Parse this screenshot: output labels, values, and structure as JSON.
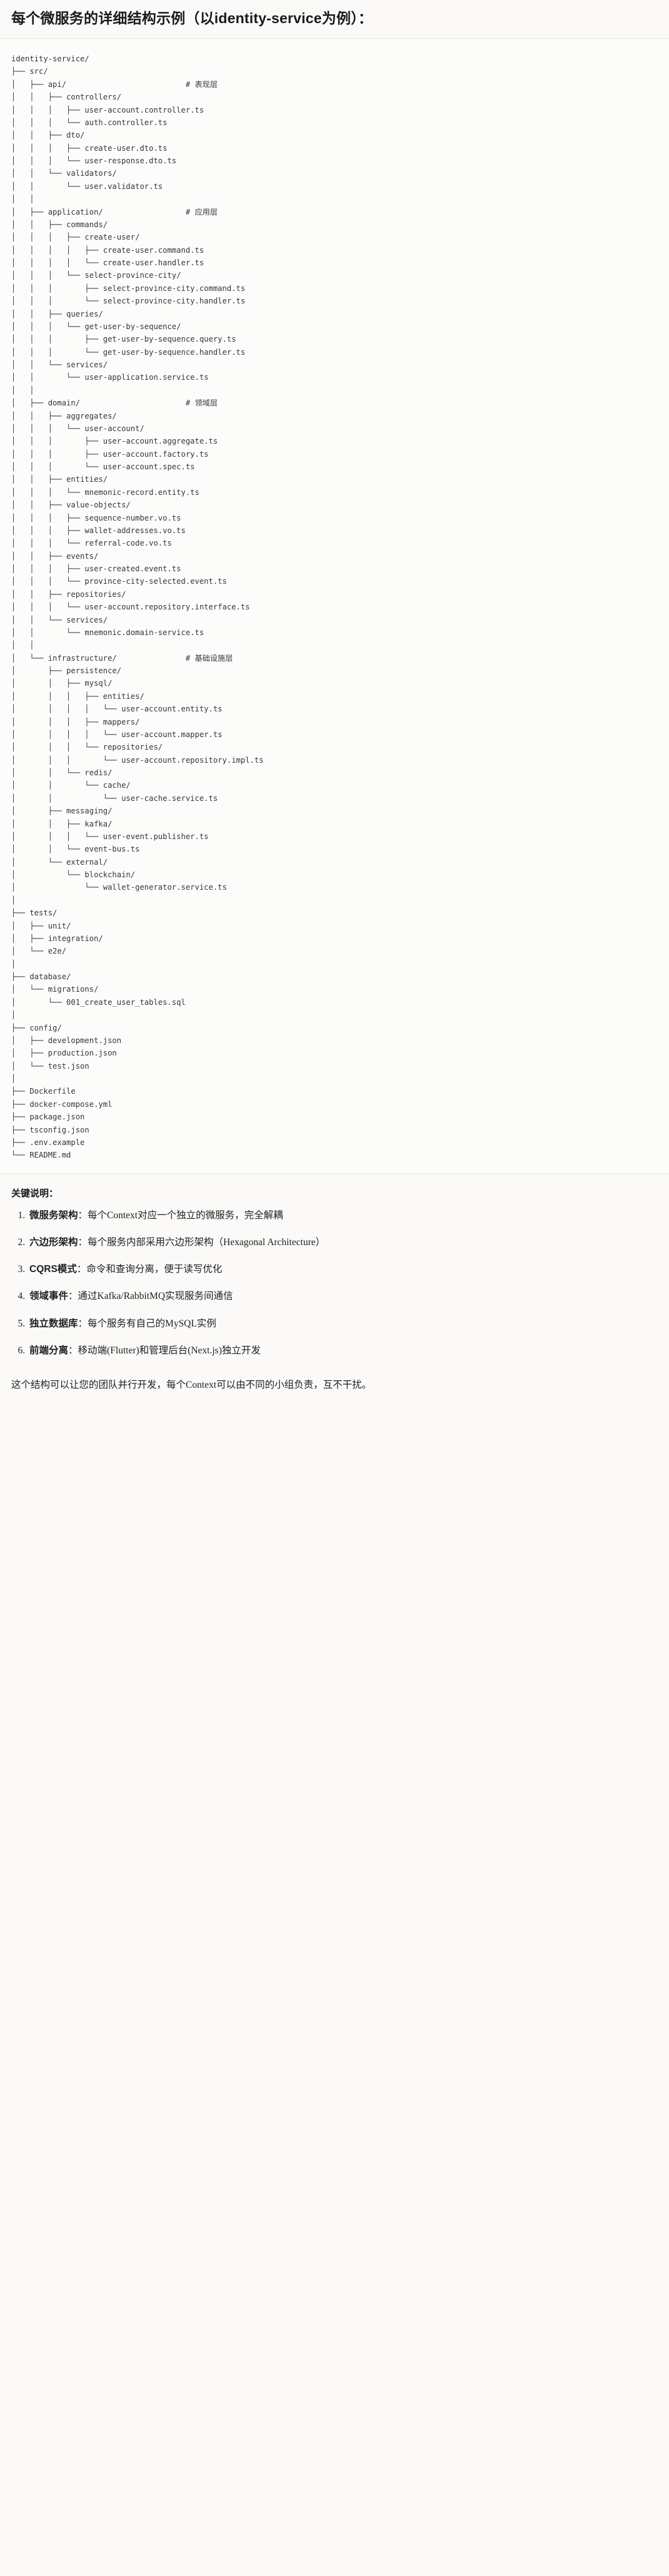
{
  "heading": {
    "text": "每个微服务的详细结构示例（以identity-service为例）："
  },
  "code_block": {
    "language": "text",
    "tree_text": "identity-service/\n├── src/\n│   ├── api/                          # 表现层\n│   │   ├── controllers/\n│   │   │   ├── user-account.controller.ts\n│   │   │   └── auth.controller.ts\n│   │   ├── dto/\n│   │   │   ├── create-user.dto.ts\n│   │   │   └── user-response.dto.ts\n│   │   └── validators/\n│   │       └── user.validator.ts\n│   │\n│   ├── application/                  # 应用层\n│   │   ├── commands/\n│   │   │   ├── create-user/\n│   │   │   │   ├── create-user.command.ts\n│   │   │   │   └── create-user.handler.ts\n│   │   │   └── select-province-city/\n│   │   │       ├── select-province-city.command.ts\n│   │   │       └── select-province-city.handler.ts\n│   │   ├── queries/\n│   │   │   └── get-user-by-sequence/\n│   │   │       ├── get-user-by-sequence.query.ts\n│   │   │       └── get-user-by-sequence.handler.ts\n│   │   └── services/\n│   │       └── user-application.service.ts\n│   │\n│   ├── domain/                       # 领域层\n│   │   ├── aggregates/\n│   │   │   └── user-account/\n│   │   │       ├── user-account.aggregate.ts\n│   │   │       ├── user-account.factory.ts\n│   │   │       └── user-account.spec.ts\n│   │   ├── entities/\n│   │   │   └── mnemonic-record.entity.ts\n│   │   ├── value-objects/\n│   │   │   ├── sequence-number.vo.ts\n│   │   │   ├── wallet-addresses.vo.ts\n│   │   │   └── referral-code.vo.ts\n│   │   ├── events/\n│   │   │   ├── user-created.event.ts\n│   │   │   └── province-city-selected.event.ts\n│   │   ├── repositories/\n│   │   │   └── user-account.repository.interface.ts\n│   │   └── services/\n│   │       └── mnemonic.domain-service.ts\n│   │\n│   └── infrastructure/               # 基础设施层\n│       ├── persistence/\n│       │   ├── mysql/\n│       │   │   ├── entities/\n│       │   │   │   └── user-account.entity.ts\n│       │   │   ├── mappers/\n│       │   │   │   └── user-account.mapper.ts\n│       │   │   └── repositories/\n│       │   │       └── user-account.repository.impl.ts\n│       │   └── redis/\n│       │       └── cache/\n│       │           └── user-cache.service.ts\n│       ├── messaging/\n│       │   ├── kafka/\n│       │   │   └── user-event.publisher.ts\n│       │   └── event-bus.ts\n│       └── external/\n│           └── blockchain/\n│               └── wallet-generator.service.ts\n│\n├── tests/\n│   ├── unit/\n│   ├── integration/\n│   └── e2e/\n│\n├── database/\n│   └── migrations/\n│       └── 001_create_user_tables.sql\n│\n├── config/\n│   ├── development.json\n│   ├── production.json\n│   └── test.json\n│\n├── Dockerfile\n├── docker-compose.yml\n├── package.json\n├── tsconfig.json\n├── .env.example\n└── README.md"
  },
  "notes": {
    "title": "关键说明：",
    "items": [
      {
        "key": "微服务架构",
        "sep": "：",
        "value": "每个Context对应一个独立的微服务，完全解耦"
      },
      {
        "key": "六边形架构",
        "sep": "：",
        "value": "每个服务内部采用六边形架构（Hexagonal Architecture）"
      },
      {
        "key": "CQRS模式",
        "sep": "：",
        "value": "命令和查询分离，便于读写优化"
      },
      {
        "key": "领域事件",
        "sep": "：",
        "value": "通过Kafka/RabbitMQ实现服务间通信"
      },
      {
        "key": "独立数据库",
        "sep": "：",
        "value": "每个服务有自己的MySQL实例"
      },
      {
        "key": "前端分离",
        "sep": "：",
        "value": "移动端(Flutter)和管理后台(Next.js)独立开发"
      }
    ]
  },
  "closing": {
    "text": "这个结构可以让您的团队并行开发，每个Context可以由不同的小组负责，互不干扰。"
  },
  "colors": {
    "page_bg": "#fbfaf8",
    "code_bg": "#fcfcfb",
    "code_border": "#e6e4df",
    "text": "#1f1f1f",
    "code_text": "#32373d"
  }
}
